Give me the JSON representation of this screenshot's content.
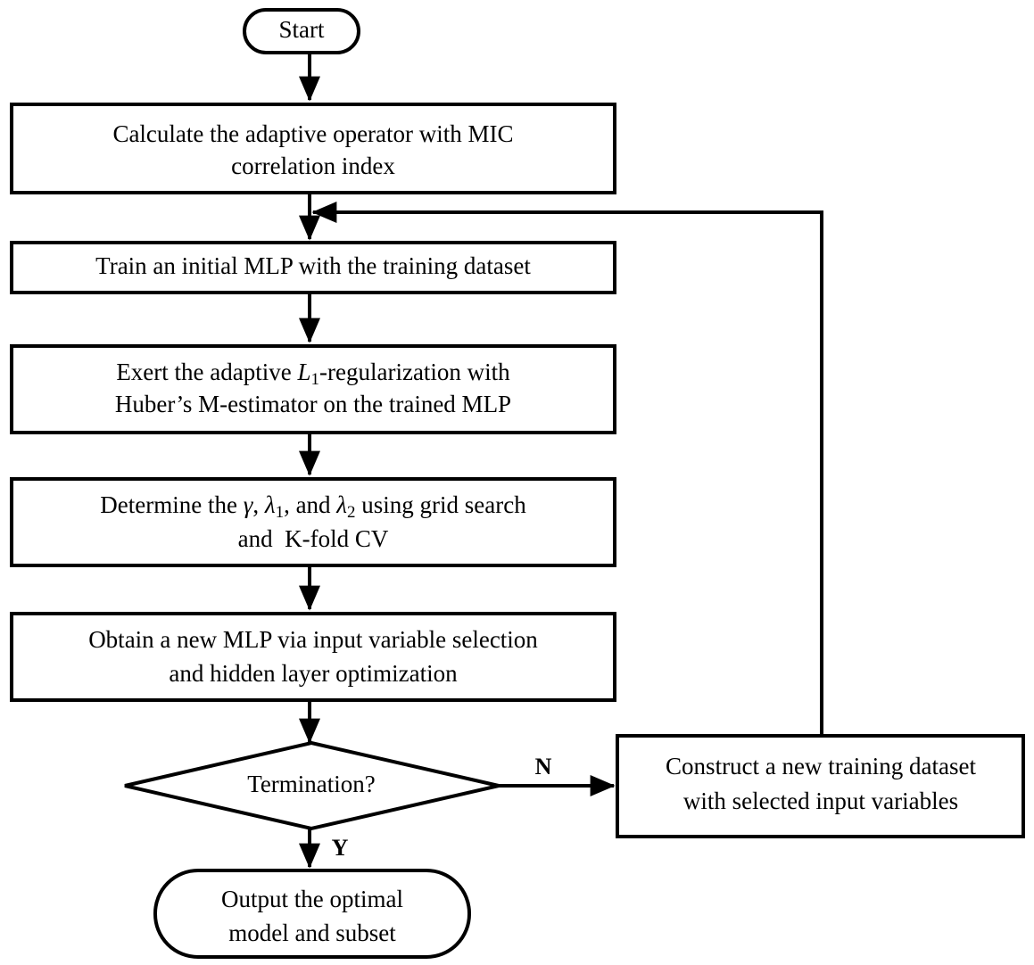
{
  "diagram": {
    "title": "Adaptive L1-regularized MLP input variable selection flowchart",
    "background_color": "#ffffff",
    "line_color": "#000000",
    "text_color": "#000000"
  },
  "nodes": {
    "start": {
      "shape": "terminal",
      "label": "Start"
    },
    "calculate_operator": {
      "shape": "process",
      "line1": "Calculate the adaptive operator with MIC",
      "line2": "correlation index"
    },
    "train_mlp": {
      "shape": "process",
      "line1": "Train an initial MLP with the training dataset"
    },
    "exert_regularization": {
      "shape": "process",
      "line1_a": "Exert the adaptive ",
      "line1_L": "L",
      "line1_sub": "1",
      "line1_b": "-regularization with",
      "line2": "Huber’s M-estimator on the trained MLP"
    },
    "determine_params": {
      "shape": "process",
      "line1_a": "Determine the ",
      "line1_gamma": "γ",
      "line1_b": ", ",
      "line1_lambda1": "λ",
      "line1_sub1": "1",
      "line1_c": ", and ",
      "line1_lambda2": "λ",
      "line1_sub2": "2",
      "line1_d": " using grid search",
      "line2": "and  K-fold CV"
    },
    "obtain_mlp": {
      "shape": "process",
      "line1": "Obtain a new MLP via input variable selection",
      "line2": "and hidden layer optimization"
    },
    "termination": {
      "shape": "decision",
      "label": "Termination?"
    },
    "construct_dataset": {
      "shape": "process",
      "line1": "Construct a new training dataset",
      "line2": "with selected input variables"
    },
    "output_model": {
      "shape": "terminal",
      "line1": "Output the optimal",
      "line2": "model and subset"
    }
  },
  "edge_labels": {
    "no_branch": "N",
    "yes_branch": "Y"
  }
}
